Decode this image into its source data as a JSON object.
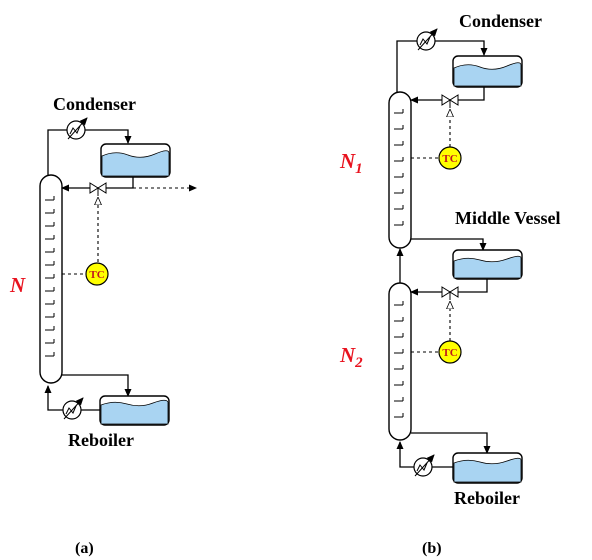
{
  "panel_a": {
    "condenser_label": "Condenser",
    "reboiler_label": "Reboiler",
    "column_label": "N",
    "controller_label": "TC",
    "caption": "(a)"
  },
  "panel_b": {
    "condenser_label": "Condenser",
    "middle_vessel_label": "Middle Vessel",
    "reboiler_label": "Reboiler",
    "upper_column_label": "N",
    "upper_column_subscript": "1",
    "lower_column_label": "N",
    "lower_column_subscript": "2",
    "controller_upper_label": "TC",
    "controller_lower_label": "TC",
    "caption": "(b)"
  },
  "colors": {
    "liquid": "#a9d4f2",
    "controller": "#ffff00",
    "column_label": "#e8121e"
  }
}
